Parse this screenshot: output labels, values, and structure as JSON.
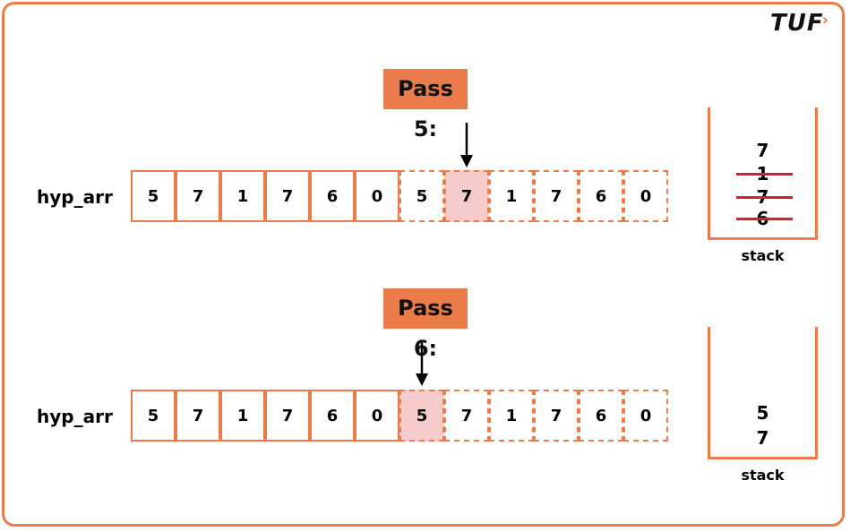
{
  "logo": {
    "text": "TUF",
    "chevron": "›"
  },
  "colors": {
    "accent": "#e97c4a",
    "highlight": "#f6cbcb",
    "strike": "#d11f2f"
  },
  "passes": [
    {
      "title": "Pass 5:",
      "array_label": "hyp_arr",
      "cells": [
        "5",
        "7",
        "1",
        "7",
        "6",
        "0",
        "5",
        "7",
        "1",
        "7",
        "6",
        "0"
      ],
      "highlight_index": 7,
      "stack_label": "stack",
      "stack": [
        {
          "value": "7",
          "struck": false
        },
        {
          "value": "1",
          "struck": true
        },
        {
          "value": "7",
          "struck": true
        },
        {
          "value": "6",
          "struck": true
        }
      ]
    },
    {
      "title": "Pass 6:",
      "array_label": "hyp_arr",
      "cells": [
        "5",
        "7",
        "1",
        "7",
        "6",
        "0",
        "5",
        "7",
        "1",
        "7",
        "6",
        "0"
      ],
      "highlight_index": 6,
      "stack_label": "stack",
      "stack": [
        {
          "value": "5",
          "struck": false
        },
        {
          "value": "7",
          "struck": false
        }
      ]
    }
  ]
}
